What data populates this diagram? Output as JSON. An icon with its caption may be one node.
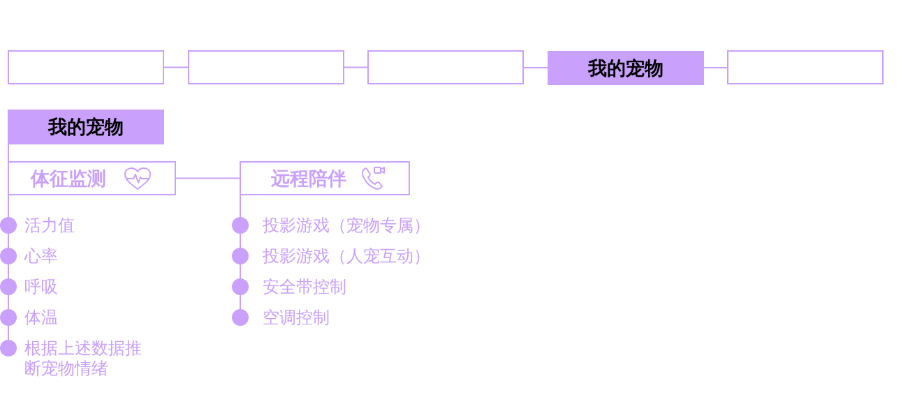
{
  "diagram": {
    "nodes": [
      {
        "text": [],
        "shape": "box"
      },
      {
        "text": [],
        "shape": "box"
      },
      {
        "text": [],
        "shape": "box"
      },
      {
        "text": [
          "我的宠物"
        ]
      },
      {
        "text": [],
        "shape": "box"
      },
      {
        "text": [
          "我的宠物"
        ]
      },
      {
        "text": [
          "体征监测"
        ]
      },
      {
        "text": [
          "远程陪伴"
        ]
      },
      {
        "text": [
          "活力值"
        ]
      },
      {
        "text": [
          "心率"
        ]
      },
      {
        "text": [
          "呼吸"
        ]
      },
      {
        "text": [
          "体温"
        ]
      },
      {
        "text": [
          "根据上述数据推断宠物情绪"
        ]
      },
      {
        "text": [
          "投影游戏（宠物专属）"
        ]
      },
      {
        "text": [
          "投影游戏（人宠互动）"
        ]
      },
      {
        "text": [
          "安全带控制"
        ]
      },
      {
        "text": [
          "空调控制"
        ]
      }
    ],
    "edges": [
      {
        "from": 0,
        "to": 1,
        "arrow": "none"
      },
      {
        "from": 1,
        "to": 2,
        "arrow": "none"
      },
      {
        "from": 2,
        "to": 3,
        "arrow": "none"
      },
      {
        "from": 3,
        "to": 4,
        "arrow": "none"
      },
      {
        "from": 5,
        "to": 6,
        "arrow": "none"
      },
      {
        "from": 6,
        "to": 7,
        "arrow": "none"
      },
      {
        "from": 6,
        "to": 8,
        "arrow": "none"
      },
      {
        "from": 8,
        "to": 9,
        "arrow": "none"
      },
      {
        "from": 9,
        "to": 10,
        "arrow": "none"
      },
      {
        "from": 10,
        "to": 11,
        "arrow": "none"
      },
      {
        "from": 11,
        "to": 12,
        "arrow": "none"
      },
      {
        "from": 7,
        "to": 13,
        "arrow": "none"
      },
      {
        "from": 13,
        "to": 14,
        "arrow": "none"
      },
      {
        "from": 14,
        "to": 15,
        "arrow": "none"
      },
      {
        "from": 15,
        "to": 16,
        "arrow": "none"
      }
    ]
  }
}
